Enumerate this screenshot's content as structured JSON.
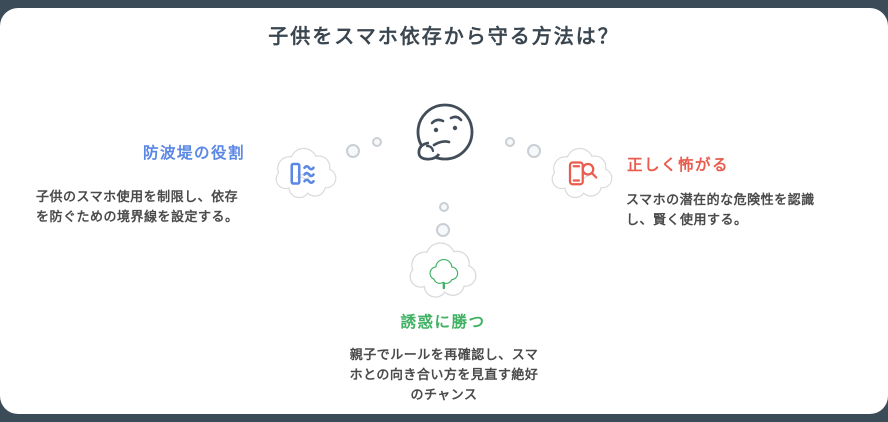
{
  "title": "子供をスマホ依存から守る方法は？",
  "center": {
    "icon": "thinking-face-icon"
  },
  "nodes": [
    {
      "id": "breakwater",
      "position": "left",
      "label": "防波堤の役割",
      "description": "子供のスマホ使用を制限し、依存を防ぐための境界線を設定する。",
      "icon": "breakwater-wave-icon",
      "accent_color": "#5b87e5"
    },
    {
      "id": "fear-correctly",
      "position": "right",
      "label": "正しく怖がる",
      "description": "スマホの潜在的な危険性を認識し、賢く使用する。",
      "icon": "phone-magnifier-icon",
      "accent_color": "#ea5d4e"
    },
    {
      "id": "beat-temptation",
      "position": "bottom",
      "label": "誘惑に勝つ",
      "description": "親子でルールを再確認し、スマホとの向き合い方を見直す絶好のチャンス",
      "icon": "green-cloud-icon",
      "accent_color": "#3fb163"
    }
  ],
  "colors": {
    "page_background": "#3b4b57",
    "canvas_background": "#ffffff",
    "title_text": "#3a4650",
    "body_text": "#4a4a4a",
    "cloud_outline": "#d9d9d9",
    "face_outline": "#414e5a"
  }
}
